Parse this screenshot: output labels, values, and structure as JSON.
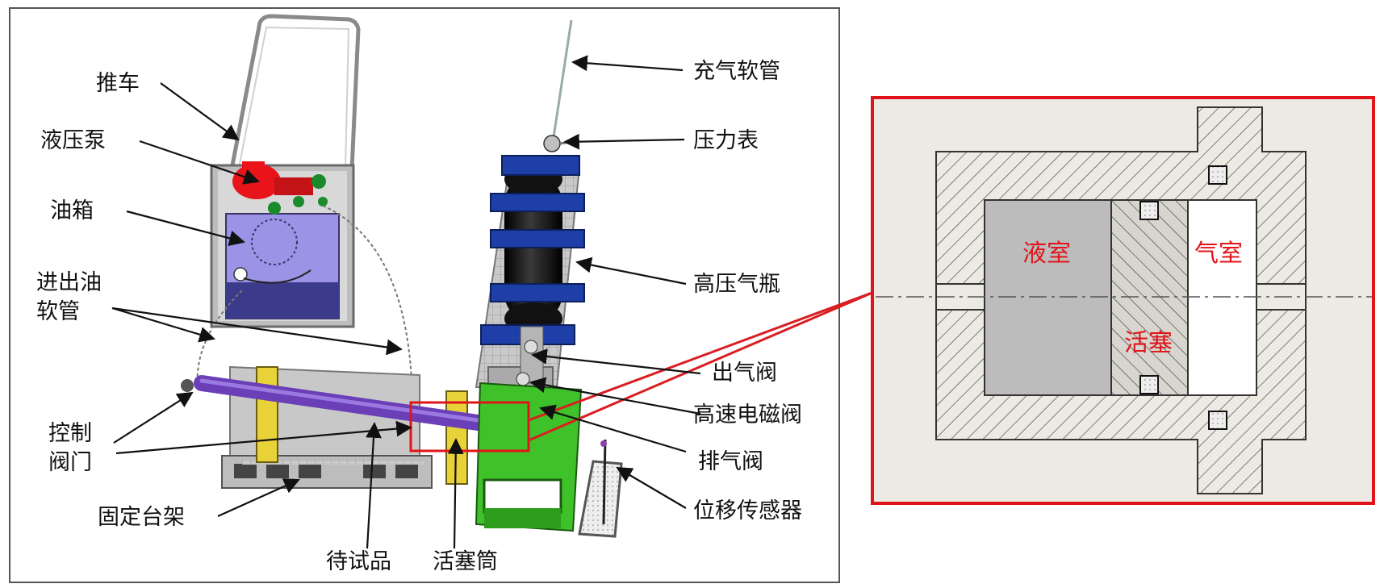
{
  "labels": {
    "trolley": "推车",
    "hydraulic_pump": "液压泵",
    "oil_tank": "油箱",
    "oil_hose": "进出油软管",
    "control_valve": "控制阀门",
    "fixed_stand": "固定台架",
    "specimen": "待试品",
    "piston_cylinder": "活塞筒",
    "charging_hose": "充气软管",
    "pressure_gauge": "压力表",
    "gas_bottle": "高压气瓶",
    "outlet_valve": "出气阀",
    "solenoid_valve": "高速电磁阀",
    "exhaust_valve": "排气阀",
    "displacement_sensor": "位移传感器"
  },
  "detail": {
    "liquid_chamber": "液室",
    "gas_chamber": "气室",
    "piston": "活塞"
  },
  "colors": {
    "frame_border": "#555555",
    "detail_border": "#e0141a",
    "detail_text": "#e0141a",
    "callout_line": "#d91e22",
    "pump": "#e8141a",
    "tank": "#9a93e6",
    "bottle": "#111111",
    "clamp": "#1f3fa8",
    "piston_box": "#3fc12a",
    "specimen_tube": "#6a3fb8",
    "stand_clamp": "#e8d23a"
  },
  "icons": [
    "arrow-icon",
    "hatch-pattern"
  ]
}
